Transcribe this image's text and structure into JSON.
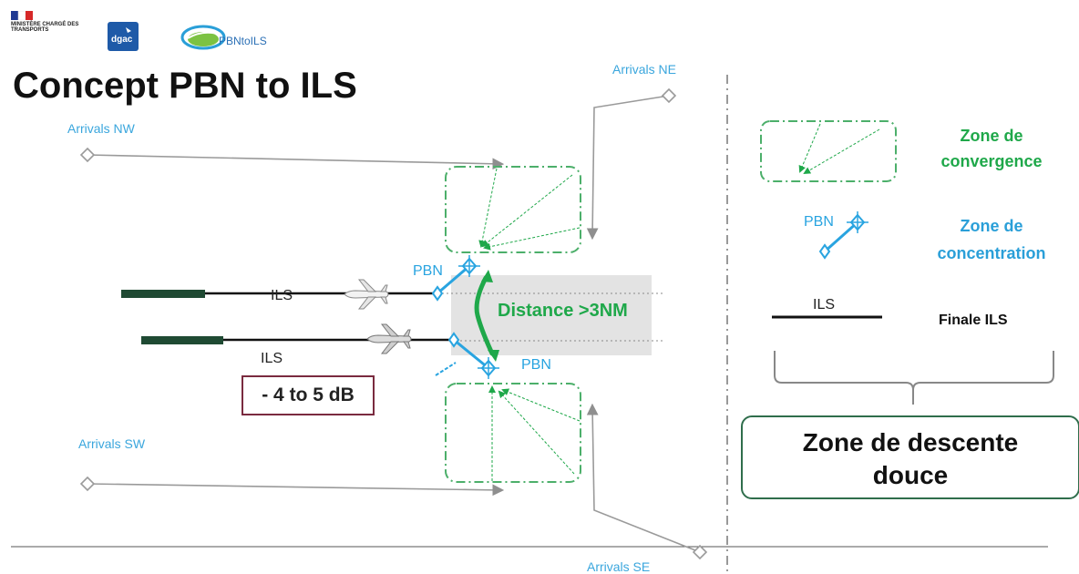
{
  "header": {
    "ministry_logo": "MINISTÈRE CHARGÉ DES TRANSPORTS",
    "dgac_logo": "dgac",
    "project_logo": "PBNtoILS"
  },
  "title": "Concept PBN to ILS",
  "diagram": {
    "arrivals_nw": "Arrivals NW",
    "arrivals_ne": "Arrivals NE",
    "arrivals_sw": "Arrivals SW",
    "arrivals_se": "Arrivals SE",
    "pbn_label": "PBN",
    "ils_label": "ILS",
    "distance": "Distance >3NM",
    "noise_reduction": "- 4 to 5 dB"
  },
  "legend": {
    "convergence_line1": "Zone de",
    "convergence_line2": "convergence",
    "concentration_line1": "Zone de",
    "concentration_line2": "concentration",
    "pbn_label": "PBN",
    "ils_label": "ILS",
    "finale_ils": "Finale ILS",
    "descente_line1": "Zone de descente",
    "descente_line2": "douce"
  },
  "colors": {
    "green": "#1fa84a",
    "blue": "#29a4e0",
    "runway": "#1f4a33",
    "route_gray": "#9a9a9a"
  }
}
